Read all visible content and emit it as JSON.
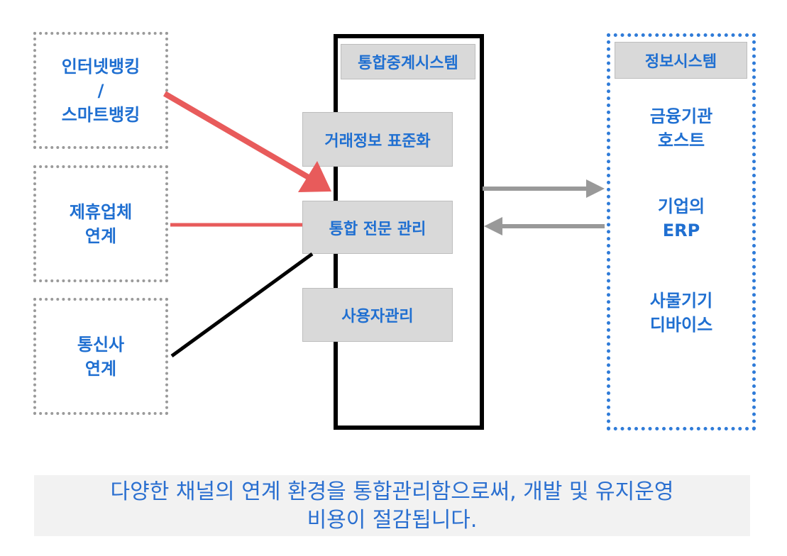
{
  "sources": [
    {
      "lines": [
        "인터넷뱅킹",
        "/",
        "스마트뱅킹"
      ]
    },
    {
      "lines": [
        "제휴업체",
        "연계"
      ]
    },
    {
      "lines": [
        "통신사",
        "연계"
      ]
    }
  ],
  "hub": {
    "title": "통합중계시스템",
    "modules": [
      "거래정보 표준화",
      "통합 전문 관리",
      "사용자관리"
    ]
  },
  "info_system": {
    "title": "정보시스템",
    "items": [
      {
        "lines": [
          "금융기관",
          "호스트"
        ]
      },
      {
        "lines": [
          "기업의",
          "ERP"
        ]
      },
      {
        "lines": [
          "사물기기",
          "디바이스"
        ]
      }
    ]
  },
  "caption": {
    "line1": "다양한 채널의 연계 환경을 통합관리함으로써, 개발 및 유지운영",
    "line2": "비용이 절감됩니다."
  },
  "colors": {
    "label_blue": "#1f6fd1",
    "red_arrow": "#e85b5b",
    "grey_arrow": "#999999",
    "dotted_border": "#9a9a9a",
    "info_border": "#2f7bd8"
  }
}
